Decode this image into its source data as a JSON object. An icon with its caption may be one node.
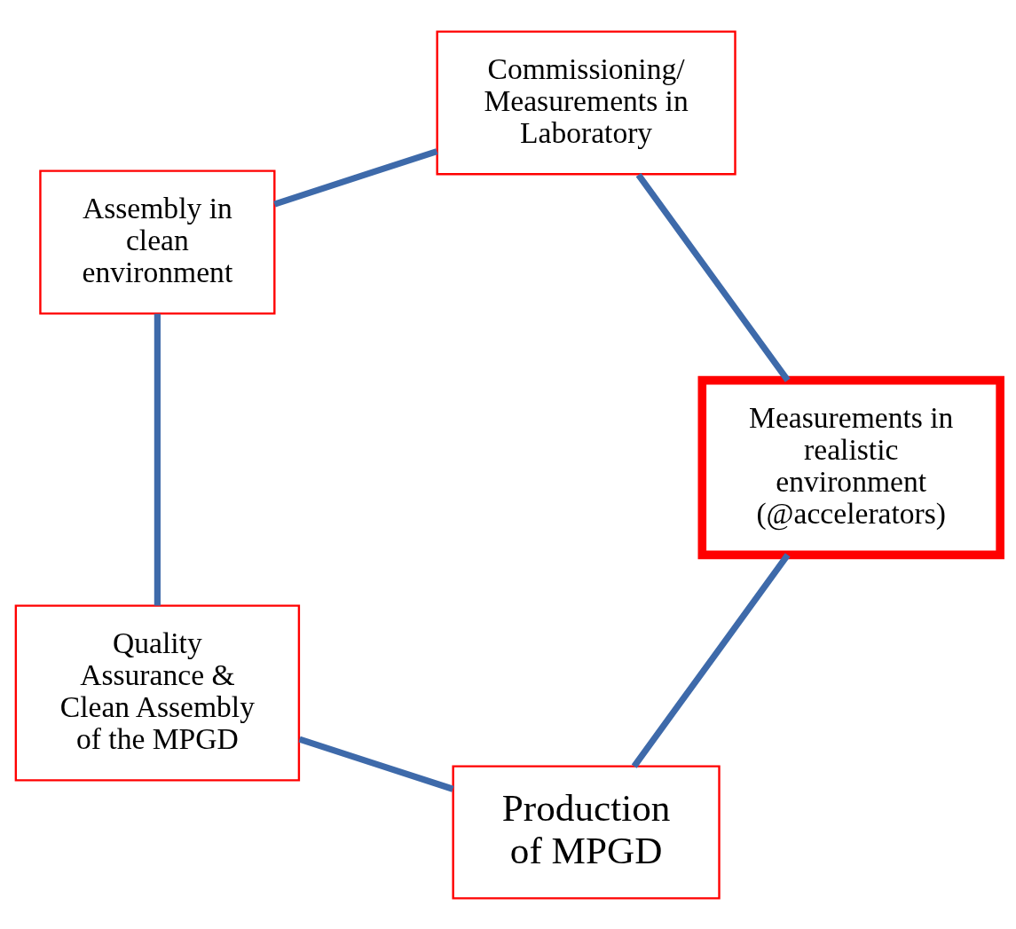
{
  "diagram": {
    "nodes": [
      {
        "text": [
          "Production of MPGD"
        ]
      },
      {
        "text": [
          "Quality Assurance & Clean Assembly of the MPGD"
        ]
      },
      {
        "text": [
          "Measurements in realistic environment (@accelerators)"
        ]
      },
      {
        "text": [
          "Assembly in clean environment"
        ]
      },
      {
        "text": [
          "Commissioning/ Measurements in Laboratory"
        ]
      }
    ],
    "edges": [
      {
        "from": 0,
        "to": 1,
        "arrow": "none"
      },
      {
        "from": 1,
        "to": 3,
        "arrow": "none"
      },
      {
        "from": 3,
        "to": 4,
        "arrow": "none"
      },
      {
        "from": 4,
        "to": 2,
        "arrow": "none"
      },
      {
        "from": 2,
        "to": 0,
        "arrow": "none"
      }
    ]
  }
}
